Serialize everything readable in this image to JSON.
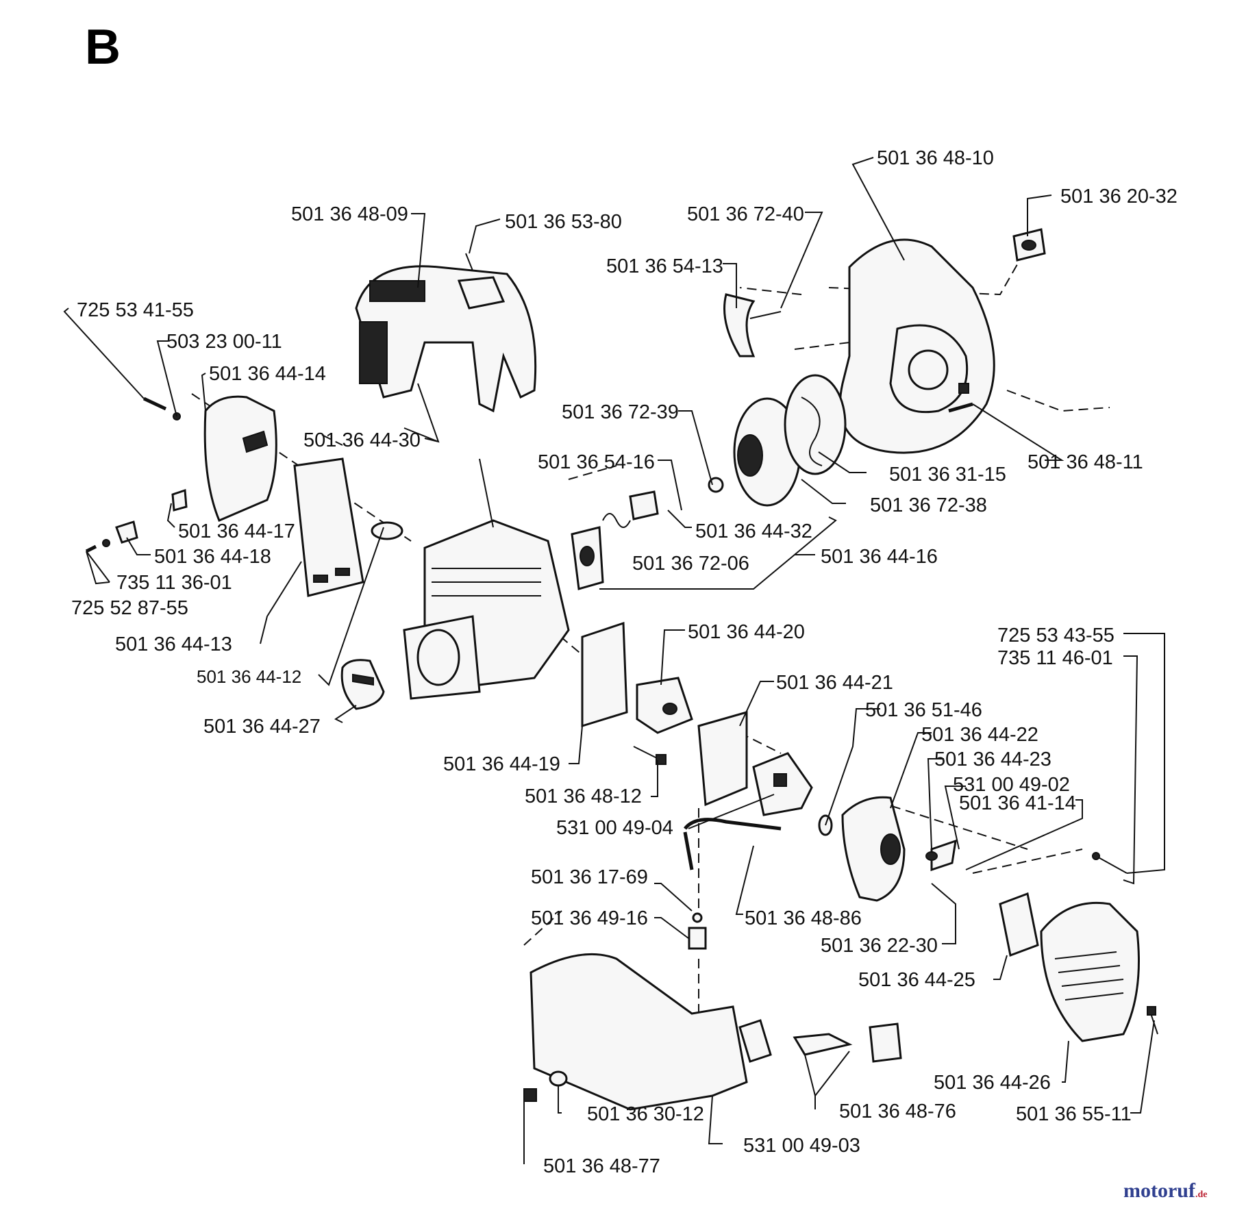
{
  "section_letter": "B",
  "watermark": {
    "brand": "motoruf",
    "suffix": ".de"
  },
  "labels": {
    "p501364810": "501 36 48-10",
    "p501362032": "501 36 20-32",
    "p501364809": "501 36 48-09",
    "p501365380": "501 36 53-80",
    "p501367240": "501 36 72-40",
    "p501365413": "501 36 54-13",
    "p725534155": "725 53 41-55",
    "p503230011": "503 23 00-11",
    "p501364414": "501 36 44-14",
    "p501364430": "501 36 44-30",
    "p501367239": "501 36 72-39",
    "p501365416": "501 36 54-16",
    "p501363115": "501 36 31-15",
    "p501364811": "501 36 48-11",
    "p501367238": "501 36 72-38",
    "p501364417": "501 36 44-17",
    "p501364432": "501 36 44-32",
    "p501364418": "501 36 44-18",
    "p501367206": "501 36 72-06",
    "p501364416": "501 36 44-16",
    "p735113601": "735 11 36-01",
    "p725528755": "725 52 87-55",
    "p501364413": "501 36 44-13",
    "p501364420": "501 36 44-20",
    "p725534355": "725 53 43-55",
    "p735114601": "735 11 46-01",
    "p501364412": "501 36 44-12",
    "p501364421": "501 36 44-21",
    "p501364427": "501 36 44-27",
    "p501365146": "501 36 51-46",
    "p501364422": "501 36 44-22",
    "p501364423": "501 36 44-23",
    "p531004902": "531 00 49-02",
    "p501364114": "501 36 41-14",
    "p501364419": "501 36 44-19",
    "p501364812": "501 36 48-12",
    "p531004904": "531 00 49-04",
    "p501361769": "501 36 17-69",
    "p501364916": "501 36 49-16",
    "p501364886": "501 36 48-86",
    "p501362230": "501 36 22-30",
    "p501364425": "501 36 44-25",
    "p501364426": "501 36 44-26",
    "p501364876": "501 36 48-76",
    "p501365511": "501 36 55-11",
    "p501363012": "501 36 30-12",
    "p531004903": "531 00 49-03",
    "p501364877": "501 36 48-77"
  }
}
